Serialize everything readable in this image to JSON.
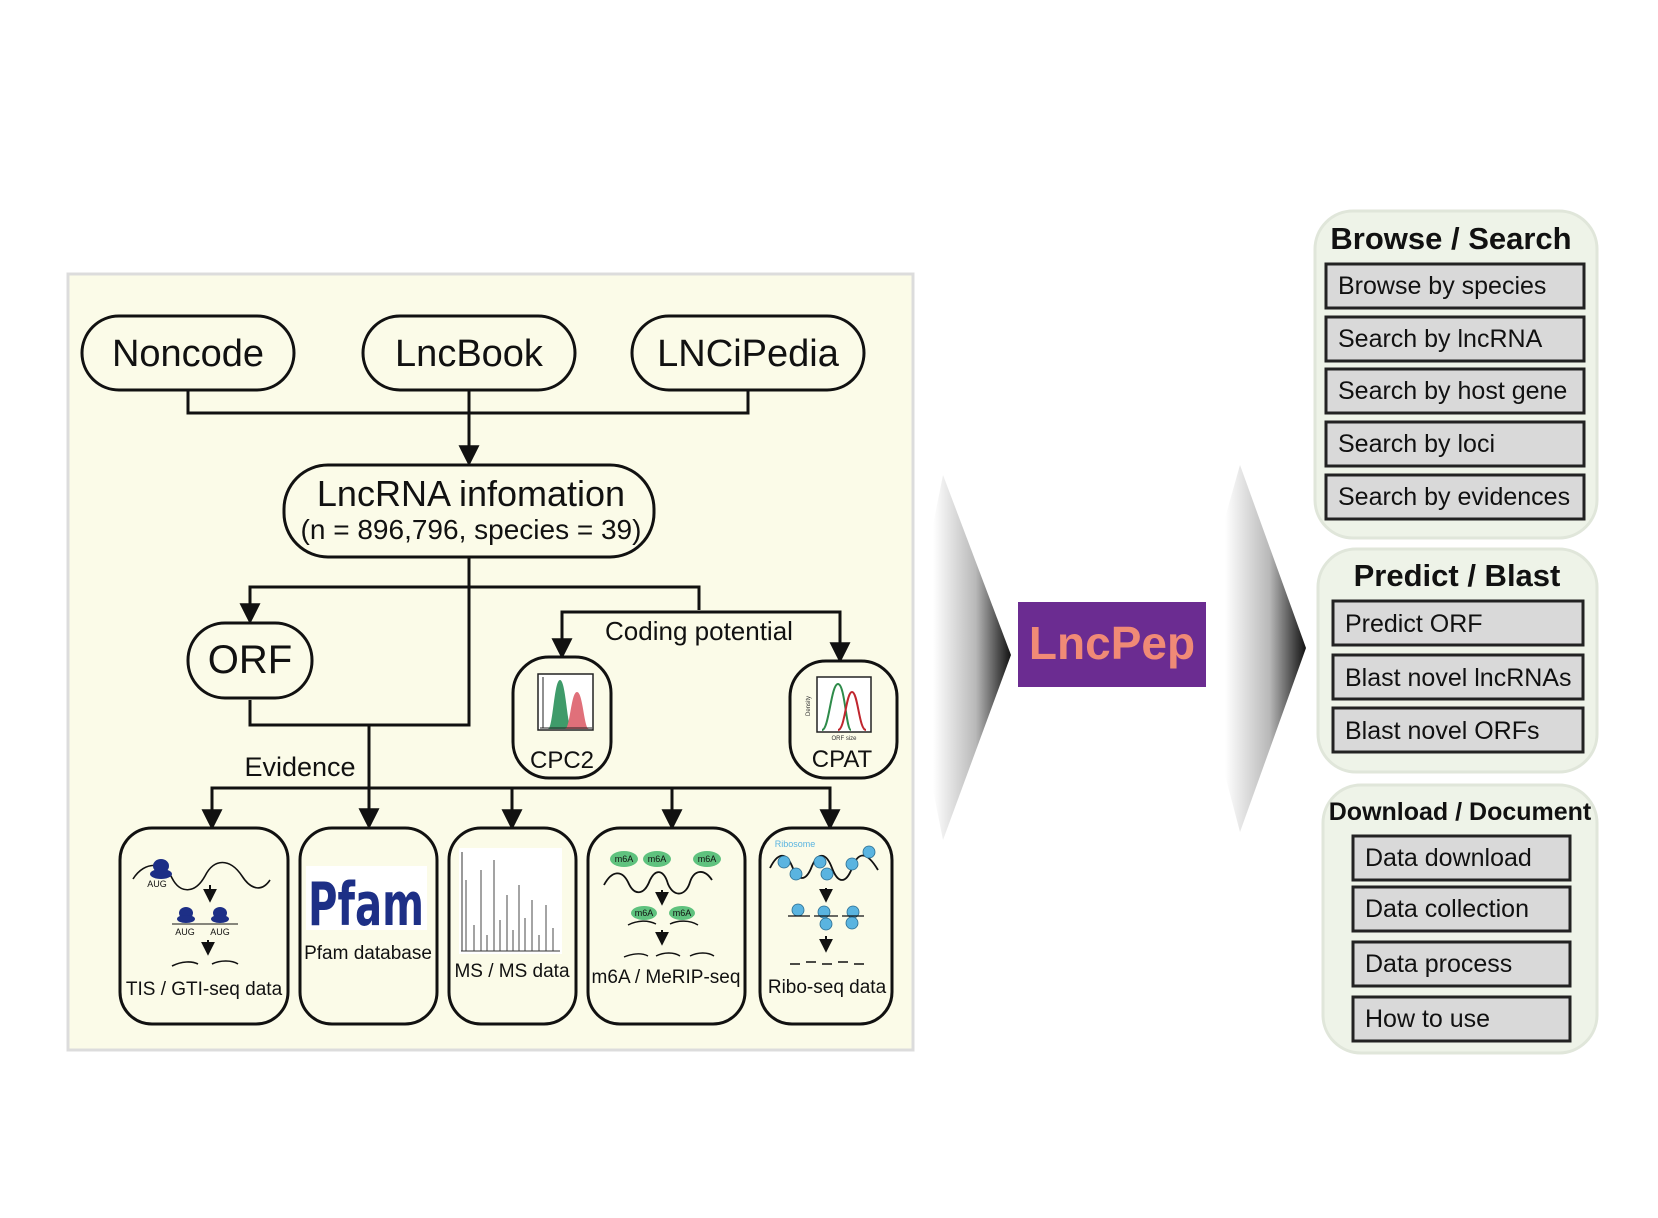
{
  "sources": [
    "Noncode",
    "LncBook",
    "LNCiPedia"
  ],
  "info": {
    "title": "LncRNA infomation",
    "subtitle": "(n = 896,796, species = 39)"
  },
  "orf_label": "ORF",
  "coding_potential_label": "Coding potential",
  "tools": [
    "CPC2",
    "CPAT"
  ],
  "evidence_label": "Evidence",
  "evidence": [
    {
      "label": "TIS / GTI-seq data",
      "icon": "ribosome-aug-icon"
    },
    {
      "label": "Pfam database",
      "icon": "pfam-logo"
    },
    {
      "label": "MS / MS data",
      "icon": "mass-spectrum-icon"
    },
    {
      "label": "m6A / MeRIP-seq",
      "icon": "m6a-rna-icon"
    },
    {
      "label": "Ribo-seq data",
      "icon": "ribosome-profiling-icon"
    }
  ],
  "icon_text": {
    "aug": "AUG",
    "m6a": "m6A",
    "ribosome": "Ribosome",
    "pfam_logo": "Pfam",
    "orf_size": "ORF size",
    "density": "Density"
  },
  "center_logo": "LncPep",
  "panels": [
    {
      "title": "Browse / Search",
      "items": [
        "Browse by species",
        "Search by lncRNA",
        "Search by host gene",
        "Search by loci",
        "Search by evidences"
      ]
    },
    {
      "title": "Predict / Blast",
      "items": [
        "Predict ORF",
        "Blast novel lncRNAs",
        "Blast novel ORFs"
      ]
    },
    {
      "title": "Download / Document",
      "items": [
        "Data download",
        "Data collection",
        "Data process",
        "How to use"
      ]
    }
  ],
  "colors": {
    "flow_background": "#fbfbe8",
    "logo_background": "#6b2c91",
    "logo_text": "#f08a76",
    "panel_background": "#eef3e8",
    "button_fill": "#d9d9d9",
    "evidence_blue": "#1d2f86",
    "ribo_blue": "#5ab4e0",
    "m6a_green": "#5fc27e",
    "cpc2_green": "#3f9b6a",
    "cpc2_red": "#e0707a",
    "cpat_green": "#2e8b4a",
    "cpat_red": "#c0262e"
  }
}
